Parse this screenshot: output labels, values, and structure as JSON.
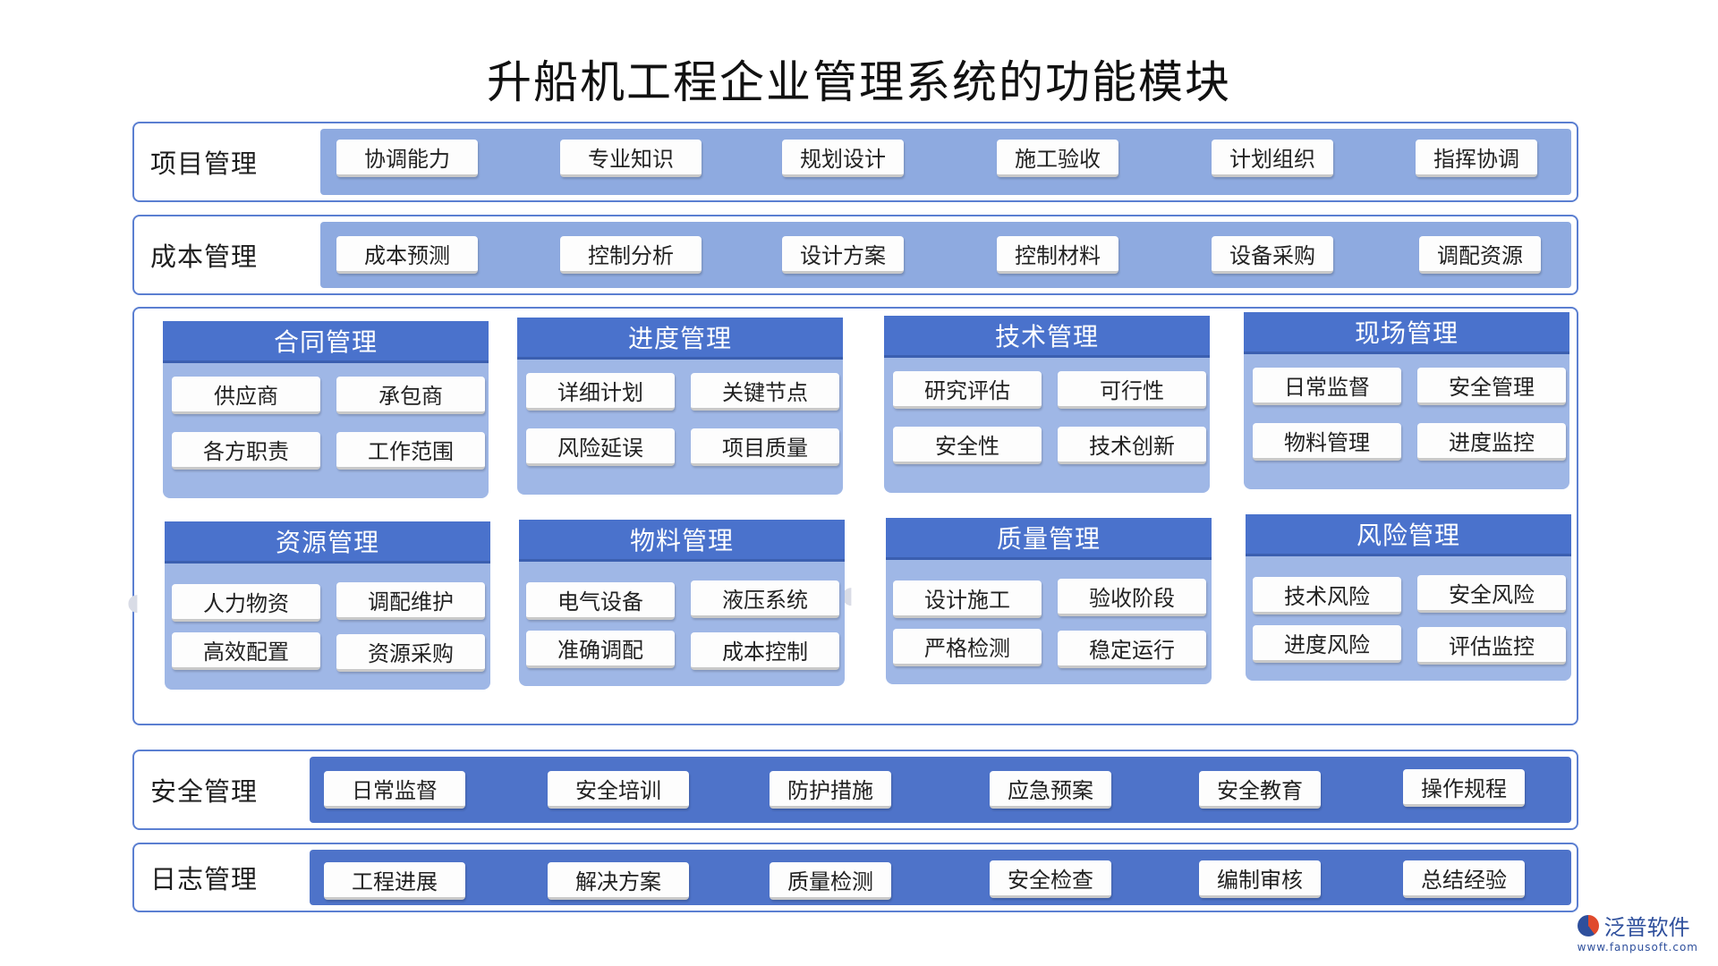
{
  "title": "升船机工程企业管理系统的功能模块",
  "rows_top": [
    {
      "label": "项目管理",
      "items": [
        "协调能力",
        "专业知识",
        "规划设计",
        "施工验收",
        "计划组织",
        "指挥协调"
      ]
    },
    {
      "label": "成本管理",
      "items": [
        "成本预测",
        "控制分析",
        "设计方案",
        "控制材料",
        "设备采购",
        "调配资源"
      ]
    }
  ],
  "modules": [
    {
      "title": "合同管理",
      "items": [
        "供应商",
        "承包商",
        "各方职责",
        "工作范围"
      ]
    },
    {
      "title": "进度管理",
      "items": [
        "详细计划",
        "关键节点",
        "风险延误",
        "项目质量"
      ]
    },
    {
      "title": "技术管理",
      "items": [
        "研究评估",
        "可行性",
        "安全性",
        "技术创新"
      ]
    },
    {
      "title": "现场管理",
      "items": [
        "日常监督",
        "安全管理",
        "物料管理",
        "进度监控"
      ]
    },
    {
      "title": "资源管理",
      "items": [
        "人力物资",
        "调配维护",
        "高效配置",
        "资源采购"
      ]
    },
    {
      "title": "物料管理",
      "items": [
        "电气设备",
        "液压系统",
        "准确调配",
        "成本控制"
      ]
    },
    {
      "title": "质量管理",
      "items": [
        "设计施工",
        "验收阶段",
        "严格检测",
        "稳定运行"
      ]
    },
    {
      "title": "风险管理",
      "items": [
        "技术风险",
        "安全风险",
        "进度风险",
        "评估监控"
      ]
    }
  ],
  "rows_bottom": [
    {
      "label": "安全管理",
      "items": [
        "日常监督",
        "安全培训",
        "防护措施",
        "应急预案",
        "安全教育",
        "操作规程"
      ]
    },
    {
      "label": "日志管理",
      "items": [
        "工程进展",
        "解决方案",
        "质量检测",
        "安全检查",
        "编制审核",
        "总结经验"
      ]
    }
  ],
  "logo": {
    "name": "泛普软件",
    "url": "www.fanpusoft.com"
  },
  "colors": {
    "frame": "#5b7fd1",
    "band_light": "#8eaae0",
    "band_dark": "#4e73c9",
    "module_head": "#4a72cc",
    "module_body": "#9fb7e6"
  }
}
